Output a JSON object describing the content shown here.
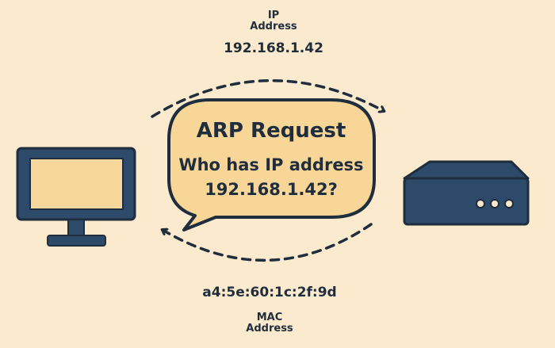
{
  "top": {
    "label_line1": "IP",
    "label_line2": "Address",
    "value": "192.168.1.42"
  },
  "bubble": {
    "title": "ARP Request",
    "line1": "Who has IP address",
    "line2": "192.168.1.42?"
  },
  "bottom": {
    "value": "a4:5e:60:1c:2f:9d",
    "label_line1": "MAC",
    "label_line2": "Address"
  },
  "colors": {
    "background": "#fbeacd",
    "bubble_fill": "#f7d698",
    "outline": "#1f2d3d",
    "router_fill": "#2d4a6b",
    "screen_fill": "#f8d79c"
  },
  "icons": {
    "left": "computer-monitor-icon",
    "right": "router-icon"
  }
}
